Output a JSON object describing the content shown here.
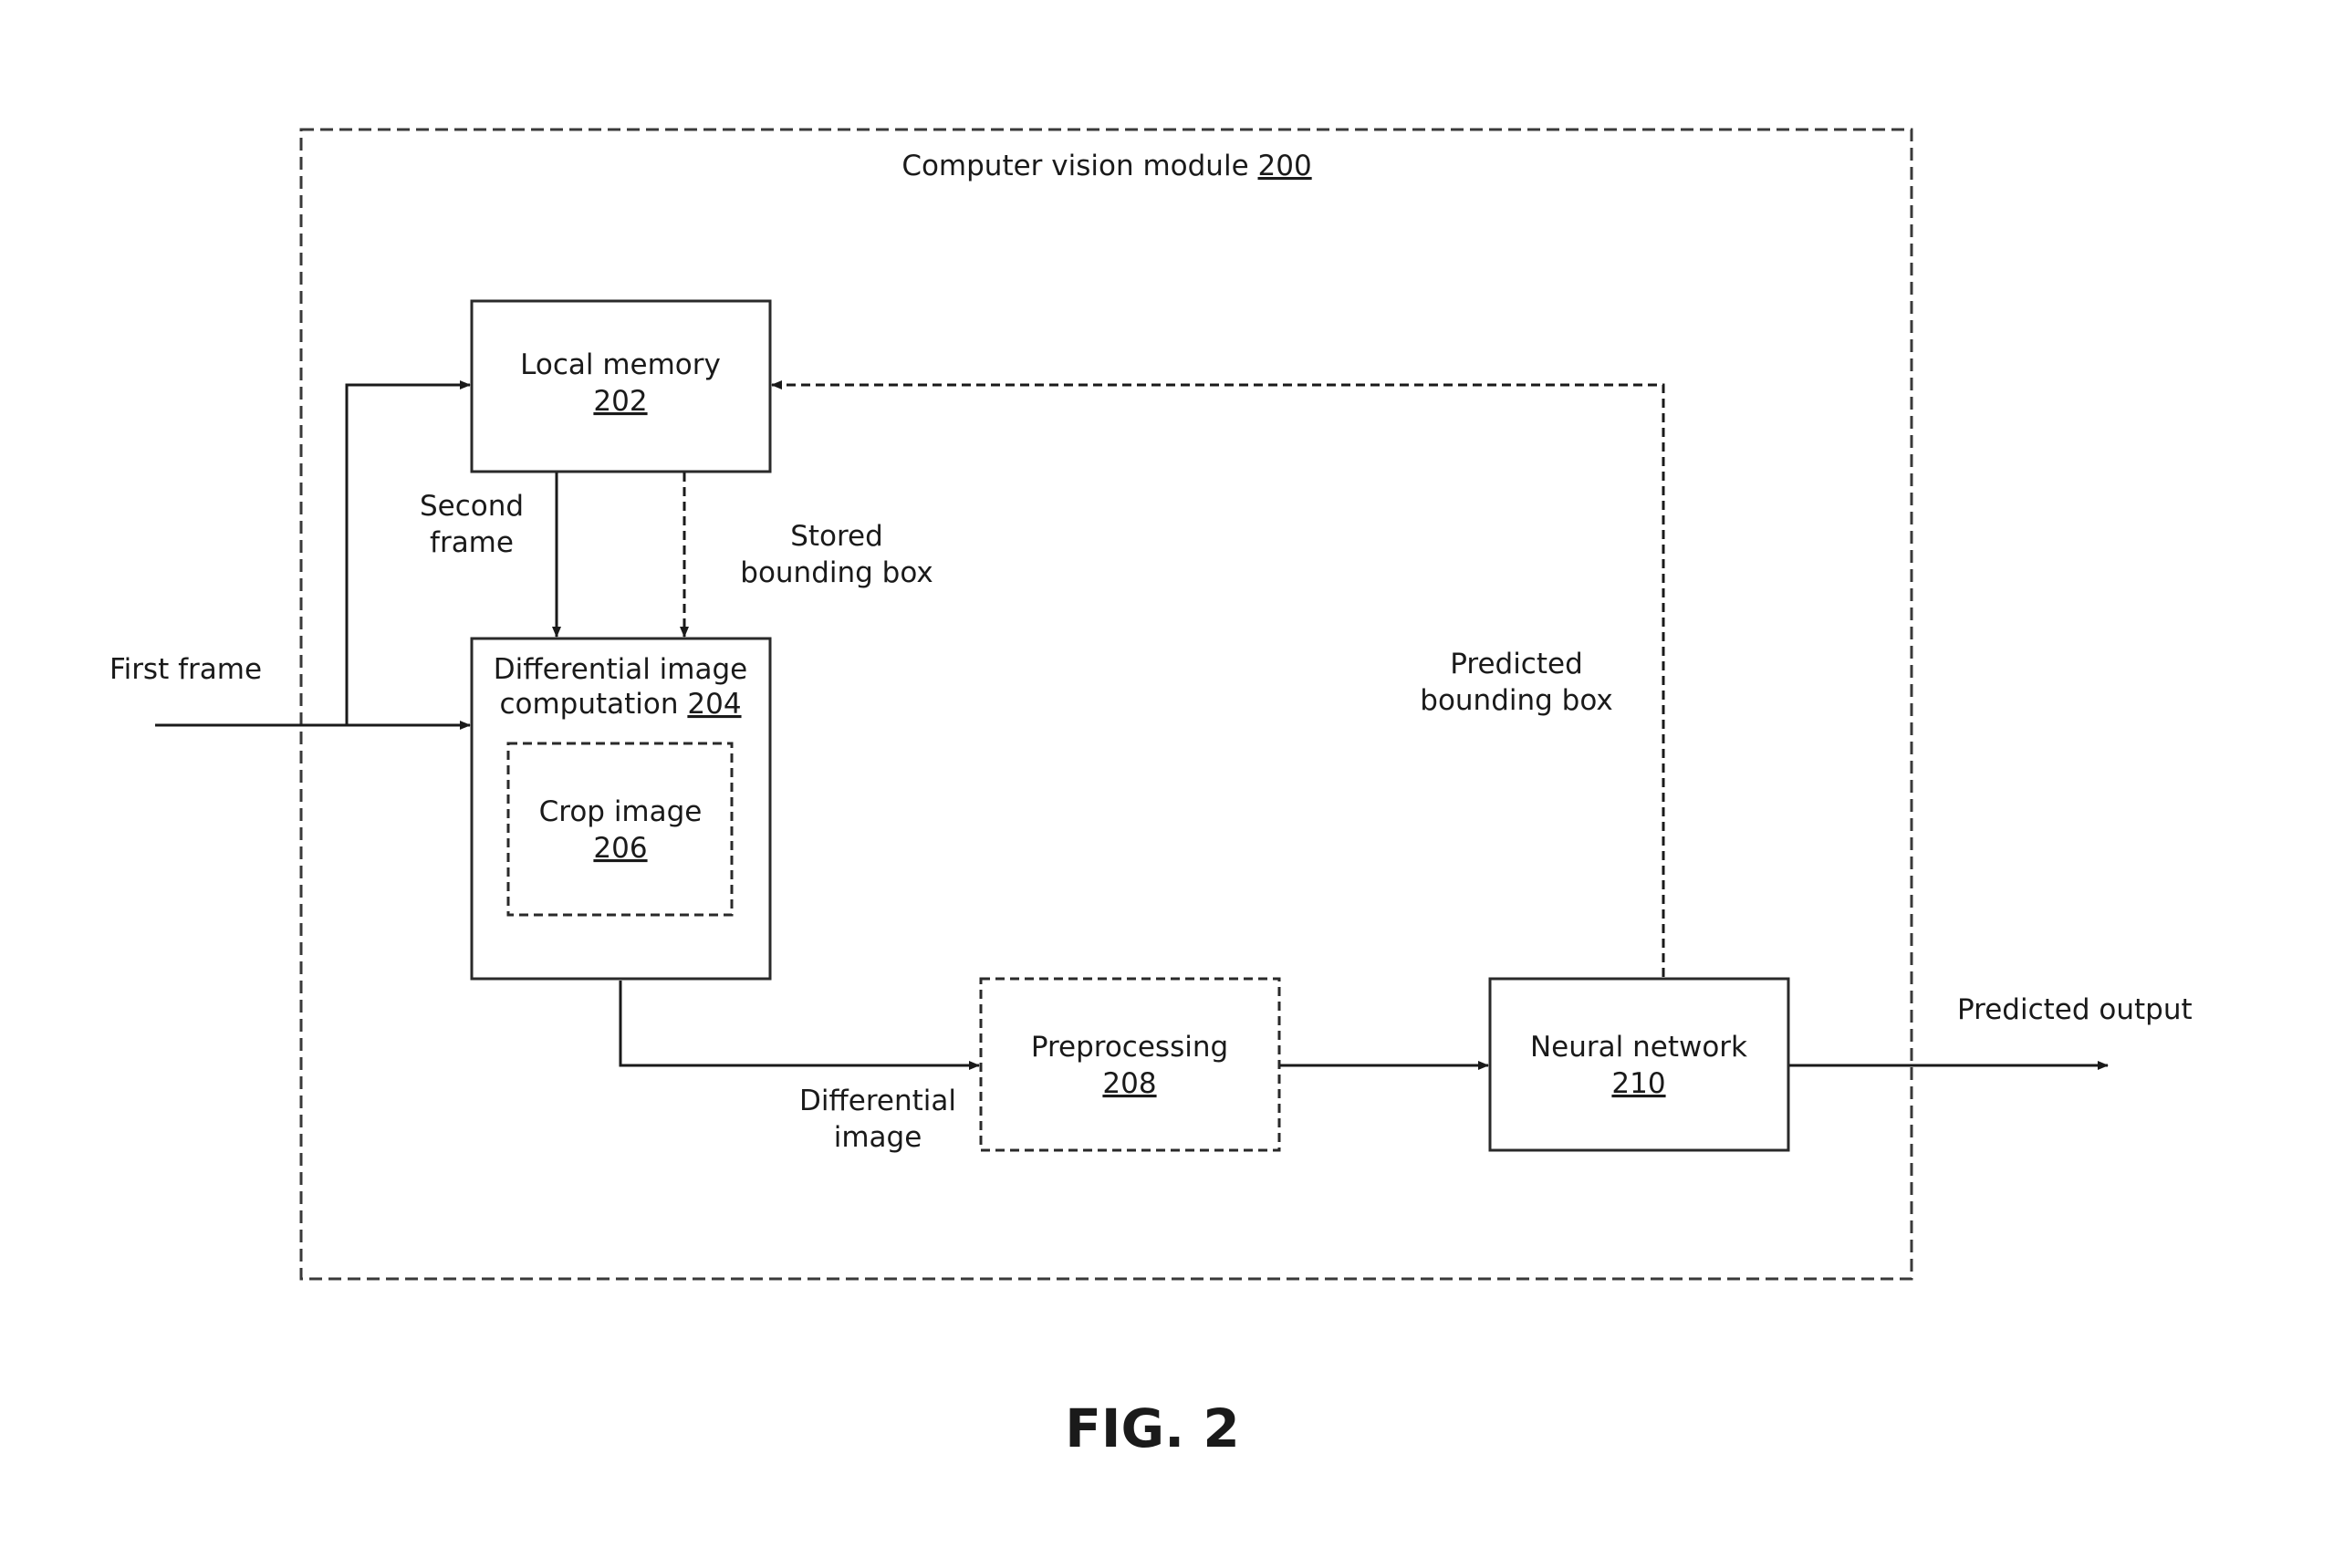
{
  "module": {
    "label": "Computer vision module",
    "ref": "200"
  },
  "blocks": {
    "local_memory": {
      "label": "Local memory",
      "ref": "202"
    },
    "diff_computation": {
      "line1": "Differential image",
      "line2": "computation",
      "ref": "204"
    },
    "crop_image": {
      "label": "Crop image",
      "ref": "206"
    },
    "preprocessing": {
      "label": "Preprocessing",
      "ref": "208"
    },
    "neural_network": {
      "label": "Neural network",
      "ref": "210"
    }
  },
  "edges": {
    "first_frame": "First frame",
    "second_frame": {
      "line1": "Second",
      "line2": "frame"
    },
    "stored_bbox": {
      "line1": "Stored",
      "line2": "bounding box"
    },
    "predicted_bbox": {
      "line1": "Predicted",
      "line2": "bounding box"
    },
    "differential_image": {
      "line1": "Differential",
      "line2": "image"
    },
    "predicted_output": "Predicted output"
  },
  "caption": "FIG. 2"
}
